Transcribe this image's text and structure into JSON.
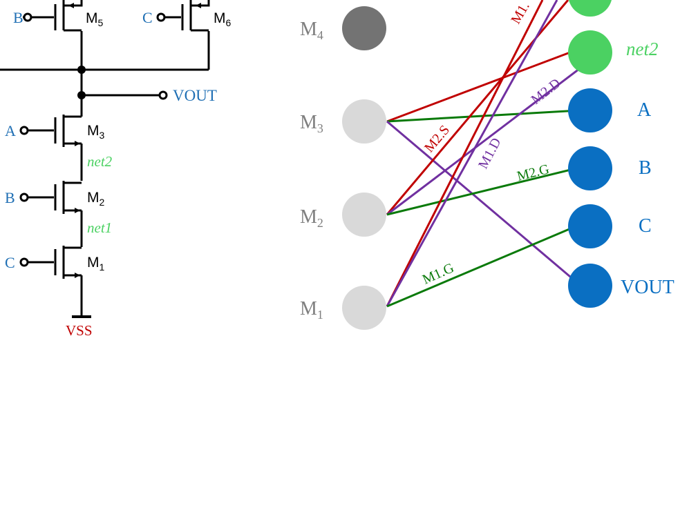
{
  "schematic": {
    "transistors": [
      {
        "name": "M",
        "sub": "5",
        "gate": "B"
      },
      {
        "name": "M",
        "sub": "6",
        "gate": "C"
      },
      {
        "name": "M",
        "sub": "3",
        "gate": "A"
      },
      {
        "name": "M",
        "sub": "2",
        "gate": "B"
      },
      {
        "name": "M",
        "sub": "1",
        "gate": "C"
      }
    ],
    "output_label": "VOUT",
    "net2_label": "net2",
    "net1_label": "net1",
    "ground_label": "VSS"
  },
  "graph": {
    "device_nodes": [
      {
        "name": "M",
        "sub": "4"
      },
      {
        "name": "M",
        "sub": "3"
      },
      {
        "name": "M",
        "sub": "2"
      },
      {
        "name": "M",
        "sub": "1"
      }
    ],
    "net_nodes": [
      "net2",
      "A",
      "B",
      "C",
      "VOUT"
    ],
    "edge_labels": [
      "M1.",
      "M2.D",
      "M2.S",
      "M1.D",
      "M2.G",
      "M1.G"
    ]
  },
  "colors": {
    "input_blue": "#1f6fb4",
    "net_green": "#4bd162",
    "node_blue": "#0a6fc2",
    "node_gray": "#d9d9d9",
    "node_dark": "#737373",
    "vss_red": "#c00000",
    "edge_red": "#c00000",
    "edge_purple": "#7030a0",
    "edge_green": "#0a7a0a"
  }
}
